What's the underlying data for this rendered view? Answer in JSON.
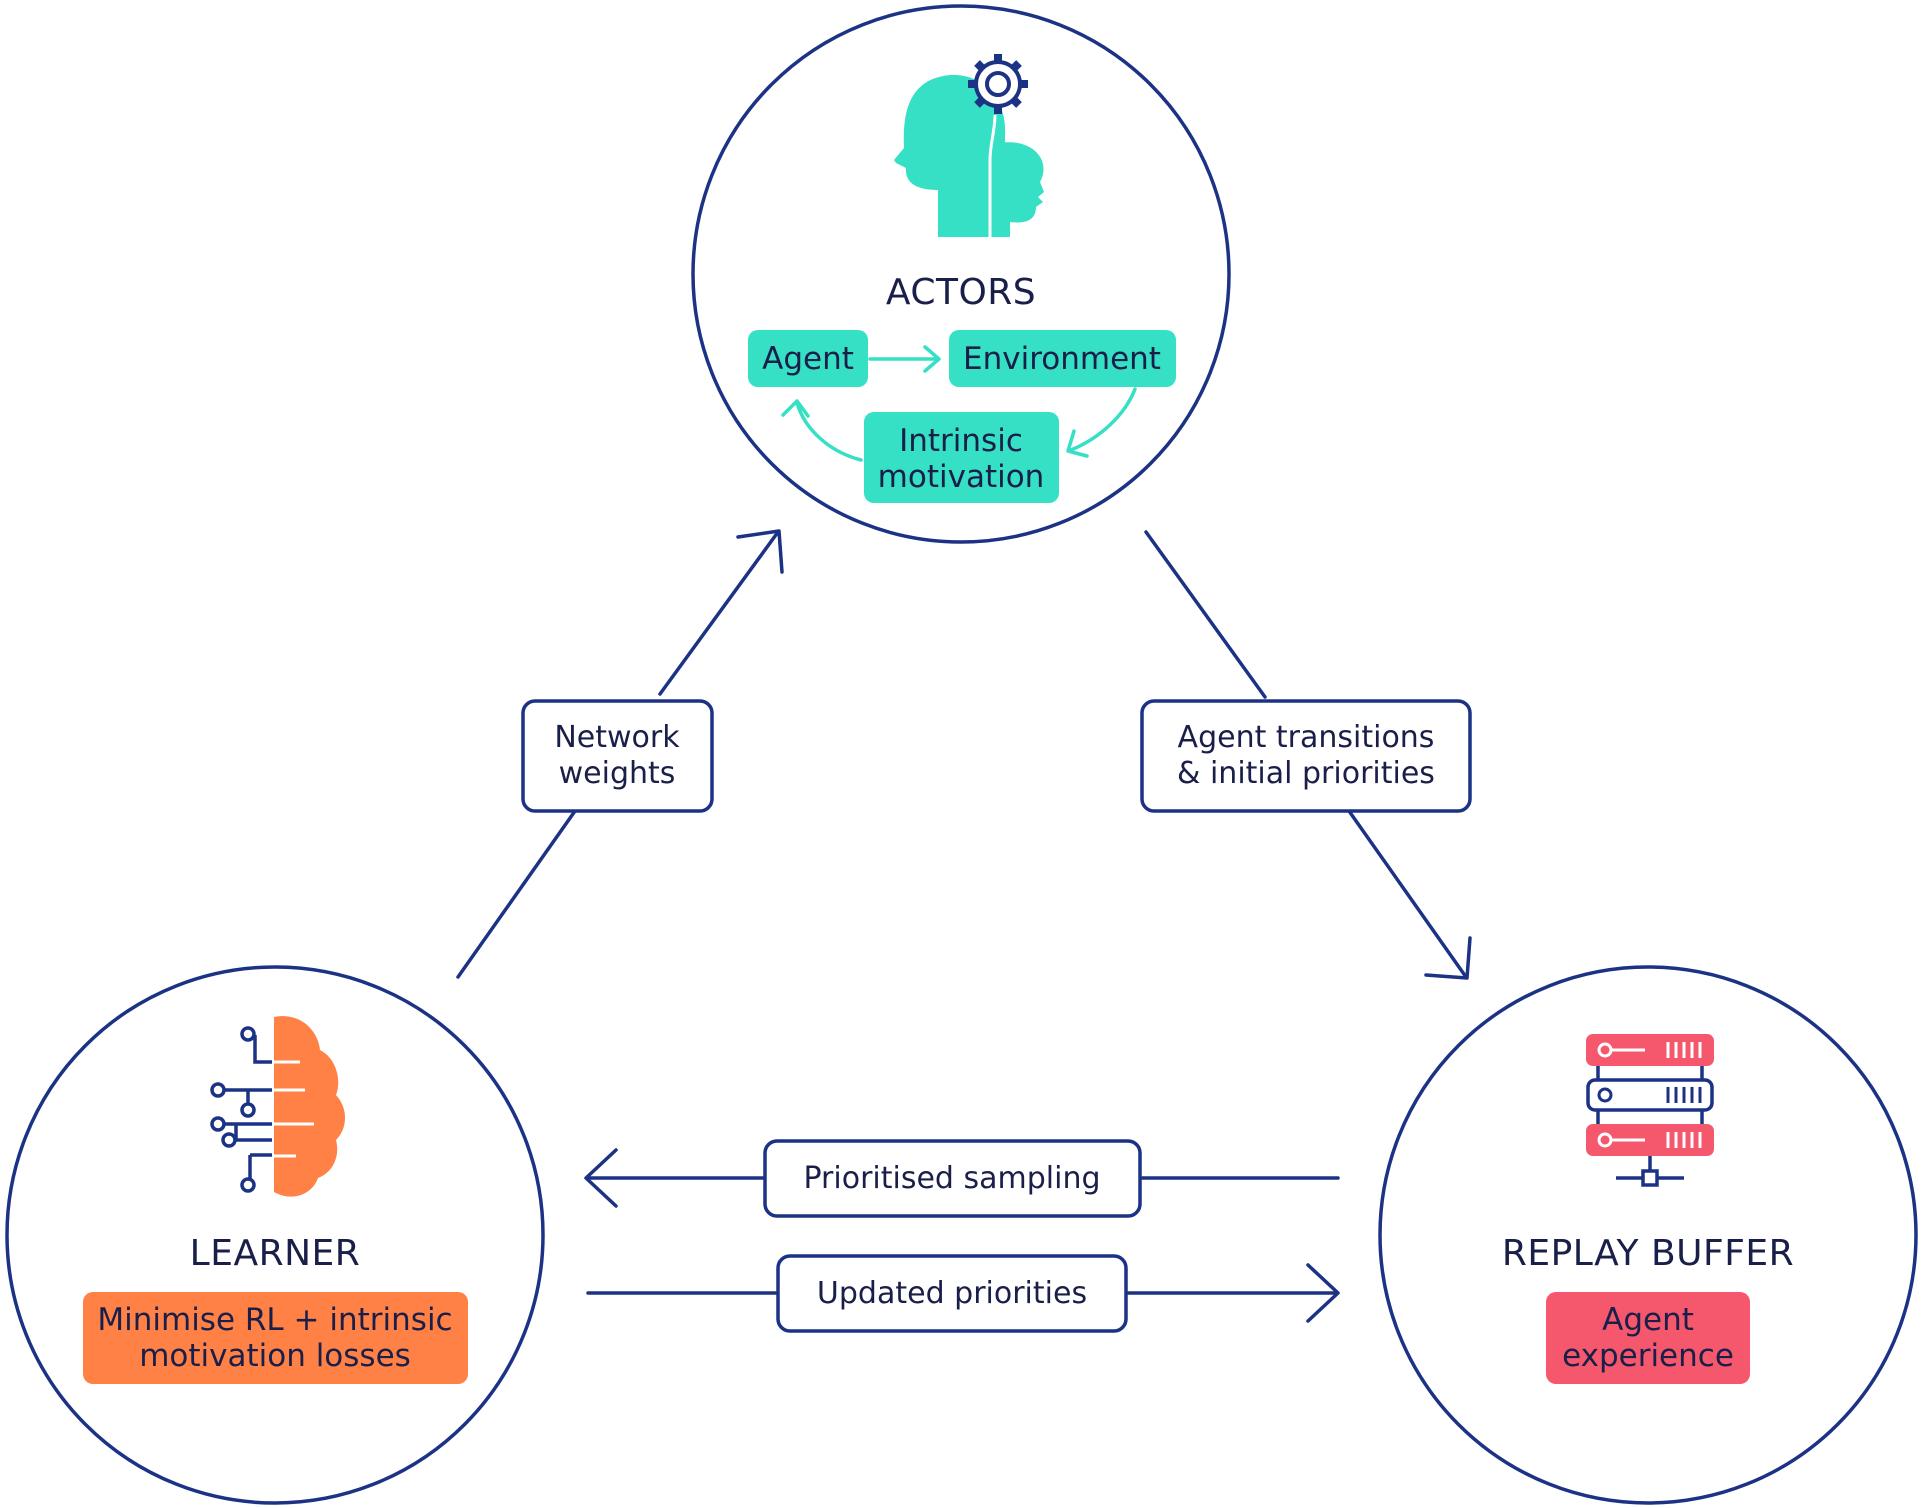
{
  "nodes": {
    "actors": {
      "title": "ACTORS",
      "agent": "Agent",
      "environment": "Environment",
      "intrinsic_line1": "Intrinsic",
      "intrinsic_line2": "motivation",
      "icon": "heads-with-gear-icon"
    },
    "learner": {
      "title": "LEARNER",
      "chip_line1": "Minimise RL + intrinsic",
      "chip_line2": "motivation losses",
      "icon": "circuit-brain-icon"
    },
    "replay_buffer": {
      "title": "REPLAY BUFFER",
      "chip_line1": "Agent",
      "chip_line2": "experience",
      "icon": "server-stack-icon"
    }
  },
  "edges": {
    "network_weights_line1": "Network",
    "network_weights_line2": "weights",
    "agent_transitions_line1": "Agent transitions",
    "agent_transitions_line2": "& initial priorities",
    "prioritised_sampling": "Prioritised sampling",
    "updated_priorities": "Updated priorities"
  },
  "colors": {
    "navy": "#1c3285",
    "text": "#1a1f4a",
    "teal": "#35e0c4",
    "orange": "#ff8145",
    "red": "#f5576c"
  }
}
